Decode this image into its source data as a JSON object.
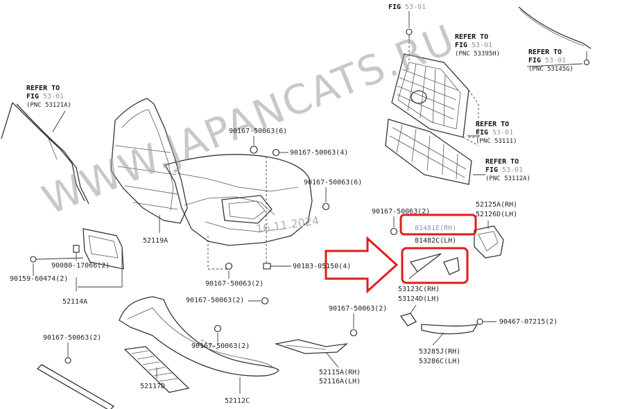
{
  "watermark": "WWW.JAPANCATS.RU",
  "date_stamp": "16.11.2024",
  "refs": {
    "top": {
      "figcode": "53-01"
    },
    "pnc53395h": {
      "line1": "REFER TO",
      "fig": "FIG",
      "figcode": "53-01",
      "pnc": "(PNC 53395H)"
    },
    "pnc53145g": {
      "line1": "REFER TO",
      "fig": "FIG",
      "figcode": "53-01",
      "pnc": "(PNC 53145G)"
    },
    "pnc53121a": {
      "line1": "REFER TO",
      "fig": "FIG",
      "figcode": "53-01",
      "pnc": "(PNC 53121A)"
    },
    "pnc53111": {
      "line1": "REFER TO",
      "fig": "FIG",
      "figcode": "53-01",
      "pnc": "(PNC 53111)"
    },
    "pnc53112a": {
      "line1": "REFER TO",
      "fig": "FIG",
      "figcode": "53-01",
      "pnc": "(PNC 53112A)"
    }
  },
  "fasteners": {
    "f90167_50063_6a": "90167-50063(6)",
    "f90167_50063_4": "90167-50063(4)",
    "f90167_50063_6b": "90167-50063(6)",
    "f90167_50063_2_right": "90167-50063(2)",
    "f90080_17066": "90080-17066(2)",
    "f90159_60474": "90159-60474(2)",
    "f90167_50063_2_mid": "90167-50063(2)",
    "f90183_05150": "90183-05150(4)",
    "f90167_50063_2_left": "90167-50063(2)",
    "f90167_50063_2_low": "90167-50063(2)",
    "f90167_50063_2_bottomleft": "90167-50063(2)",
    "f90167_50063_2_lowright": "90167-50063(2)",
    "f90467_07215": "90467-07215(2)"
  },
  "parts": {
    "p52119a": "52119A",
    "p52114a": "52114A",
    "p52117d": "52117D",
    "p52112c": "52112C",
    "p52115a": "52115A(RH)",
    "p52116a": "52116A(LH)",
    "p52125a": "52125A(RH)",
    "p52126d": "52126D(LH)",
    "p81481e": "81481E(RH)",
    "p81482c": "81482C(LH)",
    "p53123c": "53123C(RH)",
    "p53124d": "53124D(LH)",
    "p53285j": "53285J(RH)",
    "p53286c": "53286C(LH)"
  },
  "colors": {
    "highlight": "#e01b1b",
    "fig_link": "#8a9aa6"
  }
}
